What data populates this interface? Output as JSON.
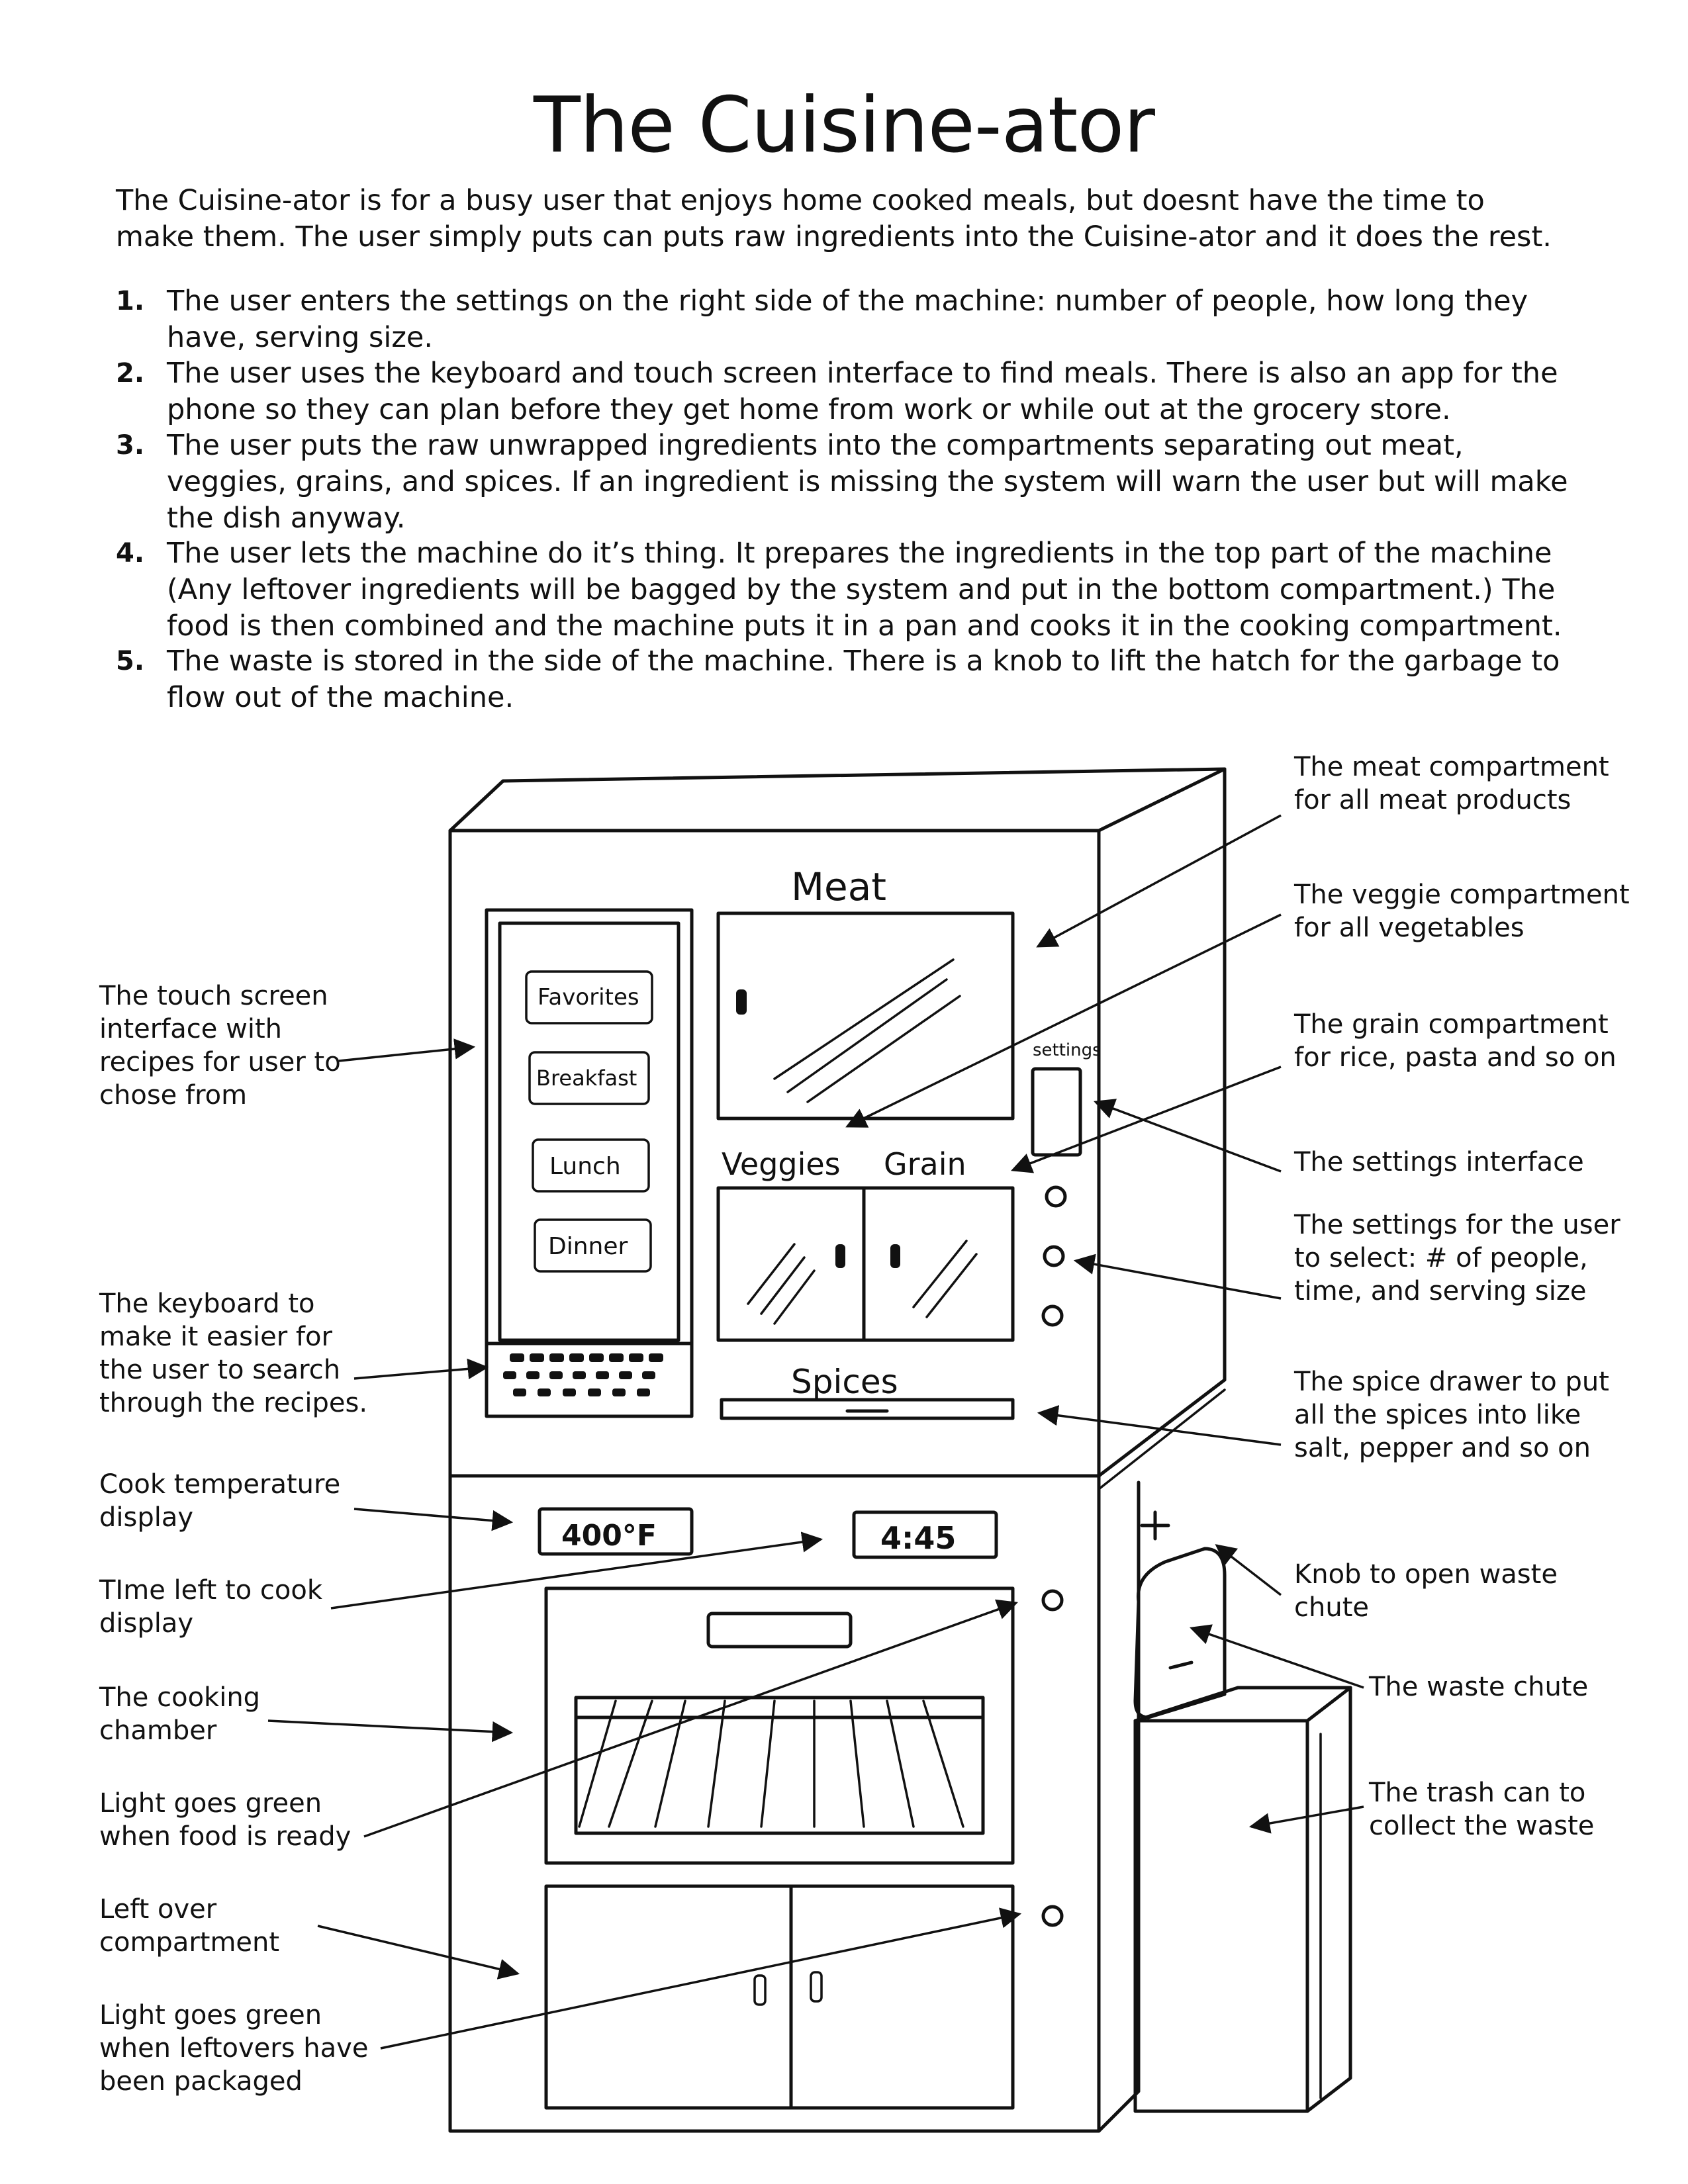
{
  "title": "The Cuisine-ator",
  "intro": "The Cuisine-ator is for a busy user that enjoys home cooked meals, but doesnt have the time to make them. The user simply puts can puts raw ingredients into the Cuisine-ator and it does the rest.",
  "steps": [
    {
      "num": "1.",
      "text": "The user enters the settings on the right side of the machine: number of people, how long they have, serving size."
    },
    {
      "num": "2.",
      "text": "The user uses the keyboard and touch screen interface to find meals. There is also an app for the phone so they can plan before they get home from work or while out at the grocery store."
    },
    {
      "num": "3.",
      "text": "The user puts the raw unwrapped ingredients into the compartments separating out meat, veggies, grains, and spices. If an ingredient is missing the system will warn the user but will make the dish anyway."
    },
    {
      "num": "4.",
      "text": "The user lets the machine do it’s thing. It prepares the ingredients in the top part of the machine (Any leftover ingredients will be bagged by the system and put in the bottom compartment.) The food is then combined and the machine puts it in a pan and cooks it in the cooking compartment."
    },
    {
      "num": "5.",
      "text": "The waste is stored in the side of the machine. There is a knob to lift the hatch for the garbage to flow out of the machine."
    }
  ],
  "labels": {
    "meat": "The meat compartment for all meat products",
    "veggie": "The veggie compartment for all vegetables",
    "grain": "The grain compartment for rice, pasta and so on",
    "settings_interface": "The settings interface",
    "settings_select": "The settings for the user to select: # of people, time, and serving size",
    "spice": "The spice drawer to put all the spices into like salt, pepper and so on",
    "knob": "Knob to open waste chute",
    "waste_chute": "The waste chute",
    "trash": "The trash can to collect the waste",
    "touch_screen": "The touch screen interface with recipes for user to chose from",
    "keyboard": "The keyboard to make it easier for the user to search through the recipes.",
    "cook_temp": "Cook temperature display",
    "time_left": "TIme left to cook display",
    "chamber": "The cooking chamber",
    "light_food": "Light goes green when food is ready",
    "leftover": "Left over compartment",
    "light_leftover": "Light goes green when leftovers have been packaged"
  },
  "sketch": {
    "meat": "Meat",
    "veggies": "Veggies",
    "grain": "Grain",
    "spices": "Spices",
    "settings": "settings",
    "menu": [
      "Favorites",
      "Breakfast",
      "Lunch",
      "Dinner"
    ],
    "temp": "400°F",
    "time": "4:45"
  }
}
